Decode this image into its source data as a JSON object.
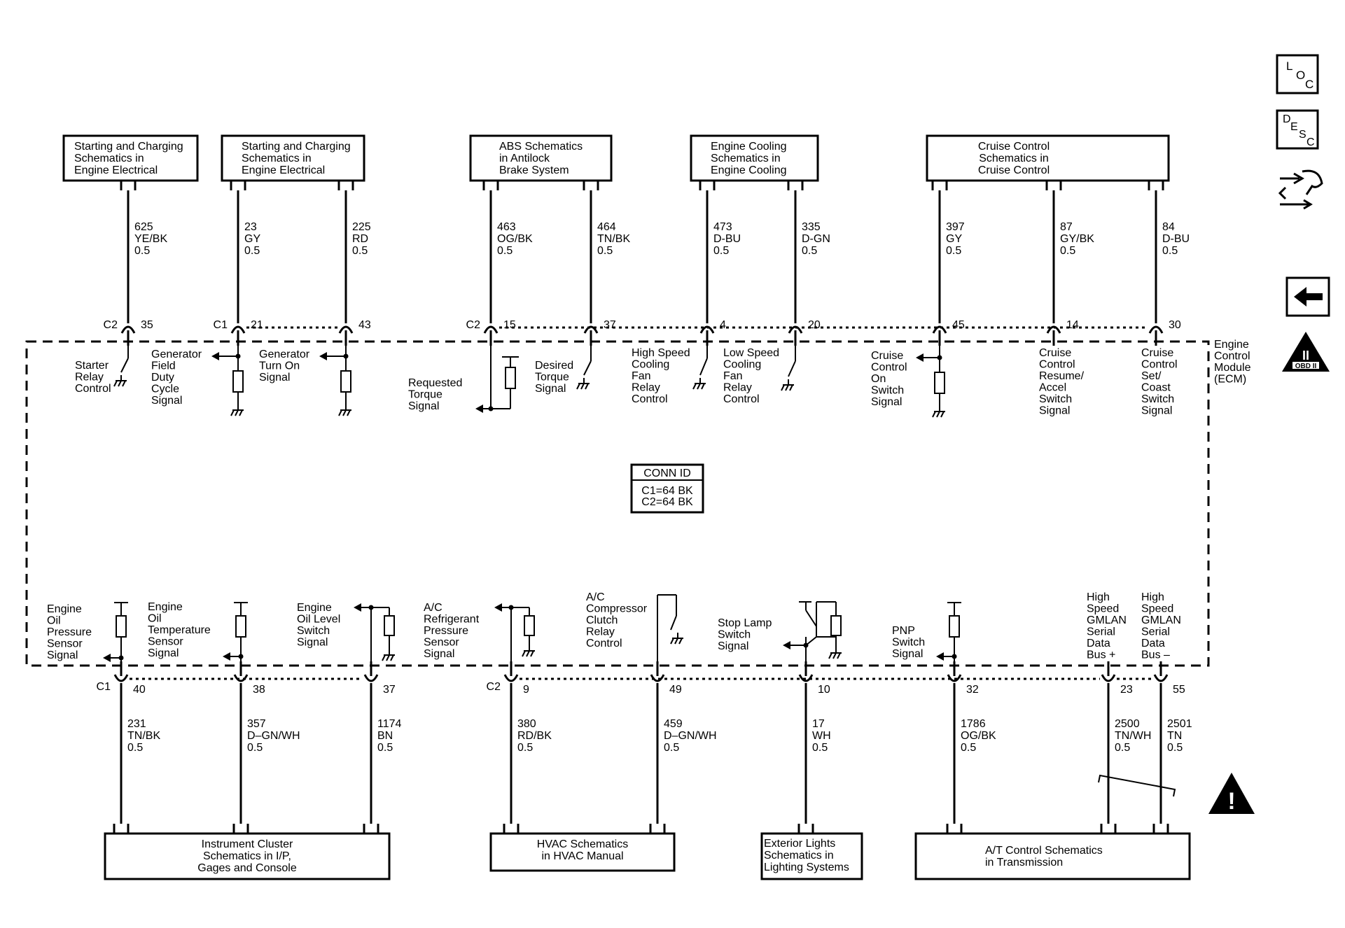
{
  "top_boxes": [
    {
      "id": "tb1",
      "lines": [
        "Starting and Charging",
        "Schematics in",
        "Engine Electrical"
      ]
    },
    {
      "id": "tb2",
      "lines": [
        "Starting and Charging",
        "Schematics in",
        "Engine Electrical"
      ]
    },
    {
      "id": "tb3",
      "lines": [
        "ABS Schematics",
        "in Antilock",
        "Brake System"
      ]
    },
    {
      "id": "tb4",
      "lines": [
        "Engine Cooling",
        "Schematics in",
        "Engine Cooling"
      ]
    },
    {
      "id": "tb5",
      "lines": [
        "Cruise Control",
        "Schematics in",
        "Cruise Control"
      ]
    }
  ],
  "top_wires": [
    {
      "circuit": "625",
      "color": "YE/BK",
      "gauge": "0.5",
      "pin": "35",
      "connector": "C2"
    },
    {
      "circuit": "23",
      "color": "GY",
      "gauge": "0.5",
      "pin": "21",
      "connector": "C1"
    },
    {
      "circuit": "225",
      "color": "RD",
      "gauge": "0.5",
      "pin": "43",
      "connector": ""
    },
    {
      "circuit": "463",
      "color": "OG/BK",
      "gauge": "0.5",
      "pin": "15",
      "connector": "C2"
    },
    {
      "circuit": "464",
      "color": "TN/BK",
      "gauge": "0.5",
      "pin": "37",
      "connector": ""
    },
    {
      "circuit": "473",
      "color": "D-BU",
      "gauge": "0.5",
      "pin": "4",
      "connector": ""
    },
    {
      "circuit": "335",
      "color": "D-GN",
      "gauge": "0.5",
      "pin": "20",
      "connector": ""
    },
    {
      "circuit": "397",
      "color": "GY",
      "gauge": "0.5",
      "pin": "45",
      "connector": ""
    },
    {
      "circuit": "87",
      "color": "GY/BK",
      "gauge": "0.5",
      "pin": "14",
      "connector": ""
    },
    {
      "circuit": "84",
      "color": "D-BU",
      "gauge": "0.5",
      "pin": "30",
      "connector": ""
    }
  ],
  "top_signals": [
    {
      "lines": [
        "Starter",
        "Relay",
        "Control"
      ]
    },
    {
      "lines": [
        "Generator",
        "Field",
        "Duty",
        "Cycle",
        "Signal"
      ]
    },
    {
      "lines": [
        "Generator",
        "Turn On",
        "Signal"
      ]
    },
    {
      "lines": [
        "Requested",
        "Torque",
        "Signal"
      ]
    },
    {
      "lines": [
        "Desired",
        "Torque",
        "Signal"
      ]
    },
    {
      "lines": [
        "High Speed",
        "Cooling",
        "Fan",
        "Relay",
        "Control"
      ]
    },
    {
      "lines": [
        "Low Speed",
        "Cooling",
        "Fan",
        "Relay",
        "Control"
      ]
    },
    {
      "lines": [
        "Cruise",
        "Control",
        "On",
        "Switch",
        "Signal"
      ]
    },
    {
      "lines": [
        "Cruise",
        "Control",
        "Resume/",
        "Accel",
        "Switch",
        "Signal"
      ]
    },
    {
      "lines": [
        "Cruise",
        "Control",
        "Set/",
        "Coast",
        "Switch",
        "Signal"
      ]
    }
  ],
  "module": {
    "lines": [
      "Engine",
      "Control",
      "Module",
      "(ECM)"
    ]
  },
  "conn_id": {
    "title": "CONN ID",
    "lines": [
      "C1=64 BK",
      "C2=64 BK"
    ]
  },
  "bottom_signals": [
    {
      "lines": [
        "Engine",
        "Oil",
        "Pressure",
        "Sensor",
        "Signal"
      ]
    },
    {
      "lines": [
        "Engine",
        "Oil",
        "Temperature",
        "Sensor",
        "Signal"
      ]
    },
    {
      "lines": [
        "Engine",
        "Oil Level",
        "Switch",
        "Signal"
      ]
    },
    {
      "lines": [
        "A/C",
        "Refrigerant",
        "Pressure",
        "Sensor",
        "Signal"
      ]
    },
    {
      "lines": [
        "A/C",
        "Compressor",
        "Clutch",
        "Relay",
        "Control"
      ]
    },
    {
      "lines": [
        "Stop Lamp",
        "Switch",
        "Signal"
      ]
    },
    {
      "lines": [
        "PNP",
        "Switch",
        "Signal"
      ]
    },
    {
      "lines": [
        "High",
        "Speed",
        "GMLAN",
        "Serial",
        "Data",
        "Bus +"
      ]
    },
    {
      "lines": [
        "High",
        "Speed",
        "GMLAN",
        "Serial",
        "Data",
        "Bus –"
      ]
    }
  ],
  "bottom_wires": [
    {
      "circuit": "231",
      "color": "TN/BK",
      "gauge": "0.5",
      "pin": "40",
      "connector": "C1"
    },
    {
      "circuit": "357",
      "color": "D–GN/WH",
      "gauge": "0.5",
      "pin": "38",
      "connector": ""
    },
    {
      "circuit": "1174",
      "color": "BN",
      "gauge": "0.5",
      "pin": "37",
      "connector": ""
    },
    {
      "circuit": "380",
      "color": "RD/BK",
      "gauge": "0.5",
      "pin": "9",
      "connector": "C2"
    },
    {
      "circuit": "459",
      "color": "D–GN/WH",
      "gauge": "0.5",
      "pin": "49",
      "connector": ""
    },
    {
      "circuit": "17",
      "color": "WH",
      "gauge": "0.5",
      "pin": "10",
      "connector": ""
    },
    {
      "circuit": "1786",
      "color": "OG/BK",
      "gauge": "0.5",
      "pin": "32",
      "connector": ""
    },
    {
      "circuit": "2500",
      "color": "TN/WH",
      "gauge": "0.5",
      "pin": "23",
      "connector": ""
    },
    {
      "circuit": "2501",
      "color": "TN",
      "gauge": "0.5",
      "pin": "55",
      "connector": ""
    }
  ],
  "bottom_boxes": [
    {
      "id": "bb1",
      "lines": [
        "Instrument Cluster",
        "Schematics in I/P,",
        "Gages and Console"
      ]
    },
    {
      "id": "bb2",
      "lines": [
        "HVAC Schematics",
        "in HVAC Manual"
      ]
    },
    {
      "id": "bb3",
      "lines": [
        "Exterior Lights",
        "Schematics in",
        "Lighting Systems"
      ]
    },
    {
      "id": "bb4",
      "lines": [
        "A/T Control Schematics",
        "in Transmission"
      ]
    }
  ],
  "side_icons": [
    {
      "name": "loc-icon",
      "letters": [
        "L",
        "O",
        "C"
      ]
    },
    {
      "name": "desc-icon",
      "letters": [
        "D",
        "E",
        "S",
        "C"
      ]
    },
    {
      "name": "connector-tool-icon",
      "letters": []
    },
    {
      "name": "back-arrow-icon",
      "letters": []
    },
    {
      "name": "obd-ii-icon",
      "letters": [
        "II",
        "OBD II"
      ]
    }
  ],
  "warning_icon": {
    "name": "warning-icon",
    "symbol": "!"
  }
}
